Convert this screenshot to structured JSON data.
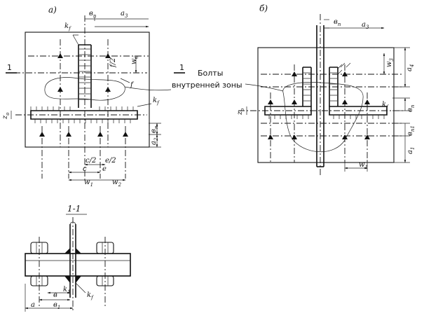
{
  "panel_a": {
    "title": "а)",
    "section_left": "1",
    "section_right": "1",
    "dims": {
      "b_n": "в",
      "b_n_sub": "п",
      "a3": "а",
      "a3_sub": "3",
      "kf_top": "k",
      "kf_top_sub": "f",
      "f2": "f/2",
      "w3": "w",
      "w3_sub": "3",
      "f": "f",
      "kf_right": "k",
      "kf_right_sub": "f",
      "z0": "z",
      "z0_sub": "о",
      "b_bot": "в",
      "b_bot_sub": "н",
      "a2": "а",
      "a2_sub": "2",
      "c2": "с/2",
      "e2": "е/2",
      "c": "с",
      "e": "е",
      "w1": "w",
      "w1_sub": "1",
      "w2": "w",
      "w2_sub": "2"
    }
  },
  "panel_b": {
    "title": "б)",
    "dims": {
      "b_n": "в",
      "b_n_sub": "п",
      "a3": "а",
      "a3_sub": "3",
      "a4": "а",
      "a4_sub": "4",
      "w3": "w",
      "w3_sub": "3",
      "kf": "k",
      "kf_sub": "f",
      "z0": "z",
      "z0_sub": "о",
      "b_n2": "в",
      "b_n2_sub": "п",
      "b_n1": "в",
      "b_n1_sub": "п1",
      "a1": "а",
      "a1_sub": "1",
      "w1": "w",
      "w1_sub": "1"
    }
  },
  "callout": {
    "line1": "Болты",
    "line2": "внутренней зоны"
  },
  "section": {
    "title": "1-1",
    "dims": {
      "a": "а",
      "b": "в",
      "b1": "в",
      "b1_sub": "1",
      "k1": "k",
      "k1_sub": "1",
      "kf": "k",
      "kf_sub": "f"
    }
  }
}
